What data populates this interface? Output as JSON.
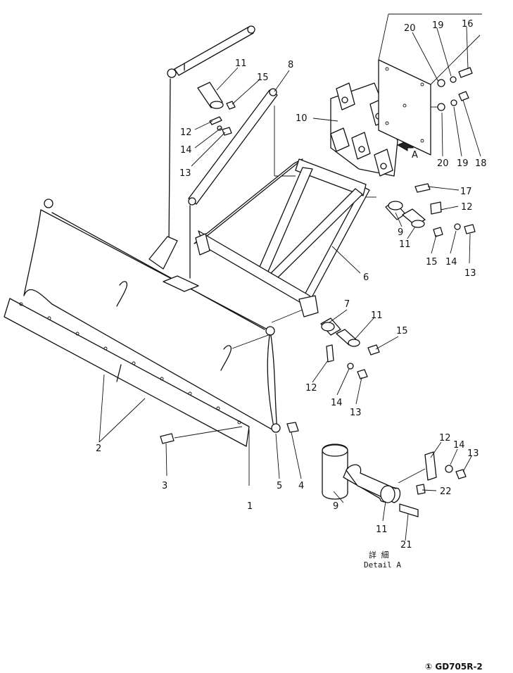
{
  "labels": {
    "p1": "1",
    "p2": "2",
    "p3": "3",
    "p4": "4",
    "p5": "5",
    "p6": "6",
    "p7": "7",
    "p8": "8",
    "p9a": "9",
    "p9b": "9",
    "p10": "10",
    "p11a": "11",
    "p11b": "11",
    "p11c": "11",
    "p11d": "11",
    "p12a": "12",
    "p12b": "12",
    "p12c": "12",
    "p12d": "12",
    "p13a": "13",
    "p13b": "13",
    "p13c": "13",
    "p13d": "13",
    "p14a": "14",
    "p14b": "14",
    "p14c": "14",
    "p14d": "14",
    "p15a": "15",
    "p15b": "15",
    "p15c": "15",
    "p16": "16",
    "p17": "17",
    "p18": "18",
    "p19a": "19",
    "p19b": "19",
    "p20a": "20",
    "p20b": "20",
    "p21": "21",
    "p22": "22",
    "pA": "A"
  },
  "detail": {
    "jp": "詳 細",
    "en": "Detail A"
  },
  "drawing_code": "① GD705R-2"
}
